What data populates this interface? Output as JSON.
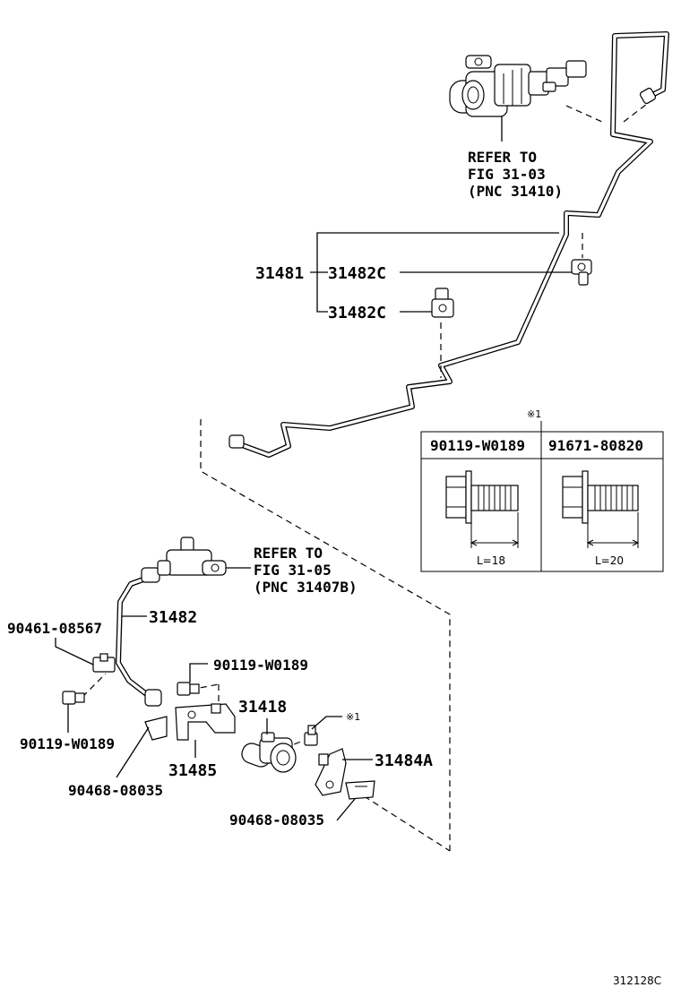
{
  "labels": {
    "refer_1": [
      "REFER TO",
      "FIG 31-03",
      "(PNC 31410)"
    ],
    "refer_2": [
      "REFER TO",
      "FIG 31-05",
      "(PNC 31407B)"
    ],
    "p31481": "31481",
    "p31482C_upper": "31482C",
    "p31482C_lower": "31482C",
    "p31482": "31482",
    "p90461_08567": "90461-08567",
    "p90119_W0189_right": "90119-W0189",
    "p90119_W0189_left": "90119-W0189",
    "p31418": "31418",
    "p31485": "31485",
    "p90468_08035_left": "90468-08035",
    "p90468_08035_bottom": "90468-08035",
    "p31484A": "31484A",
    "mark_ref": "※1"
  },
  "spec_table": {
    "mark": "※1",
    "columns": [
      {
        "part_no": "90119-W0189",
        "length": "L=18"
      },
      {
        "part_no": "91671-80820",
        "length": "L=20"
      }
    ]
  },
  "figure_id": "312128C",
  "colors": {
    "ink": "#000000",
    "background": "#ffffff"
  }
}
